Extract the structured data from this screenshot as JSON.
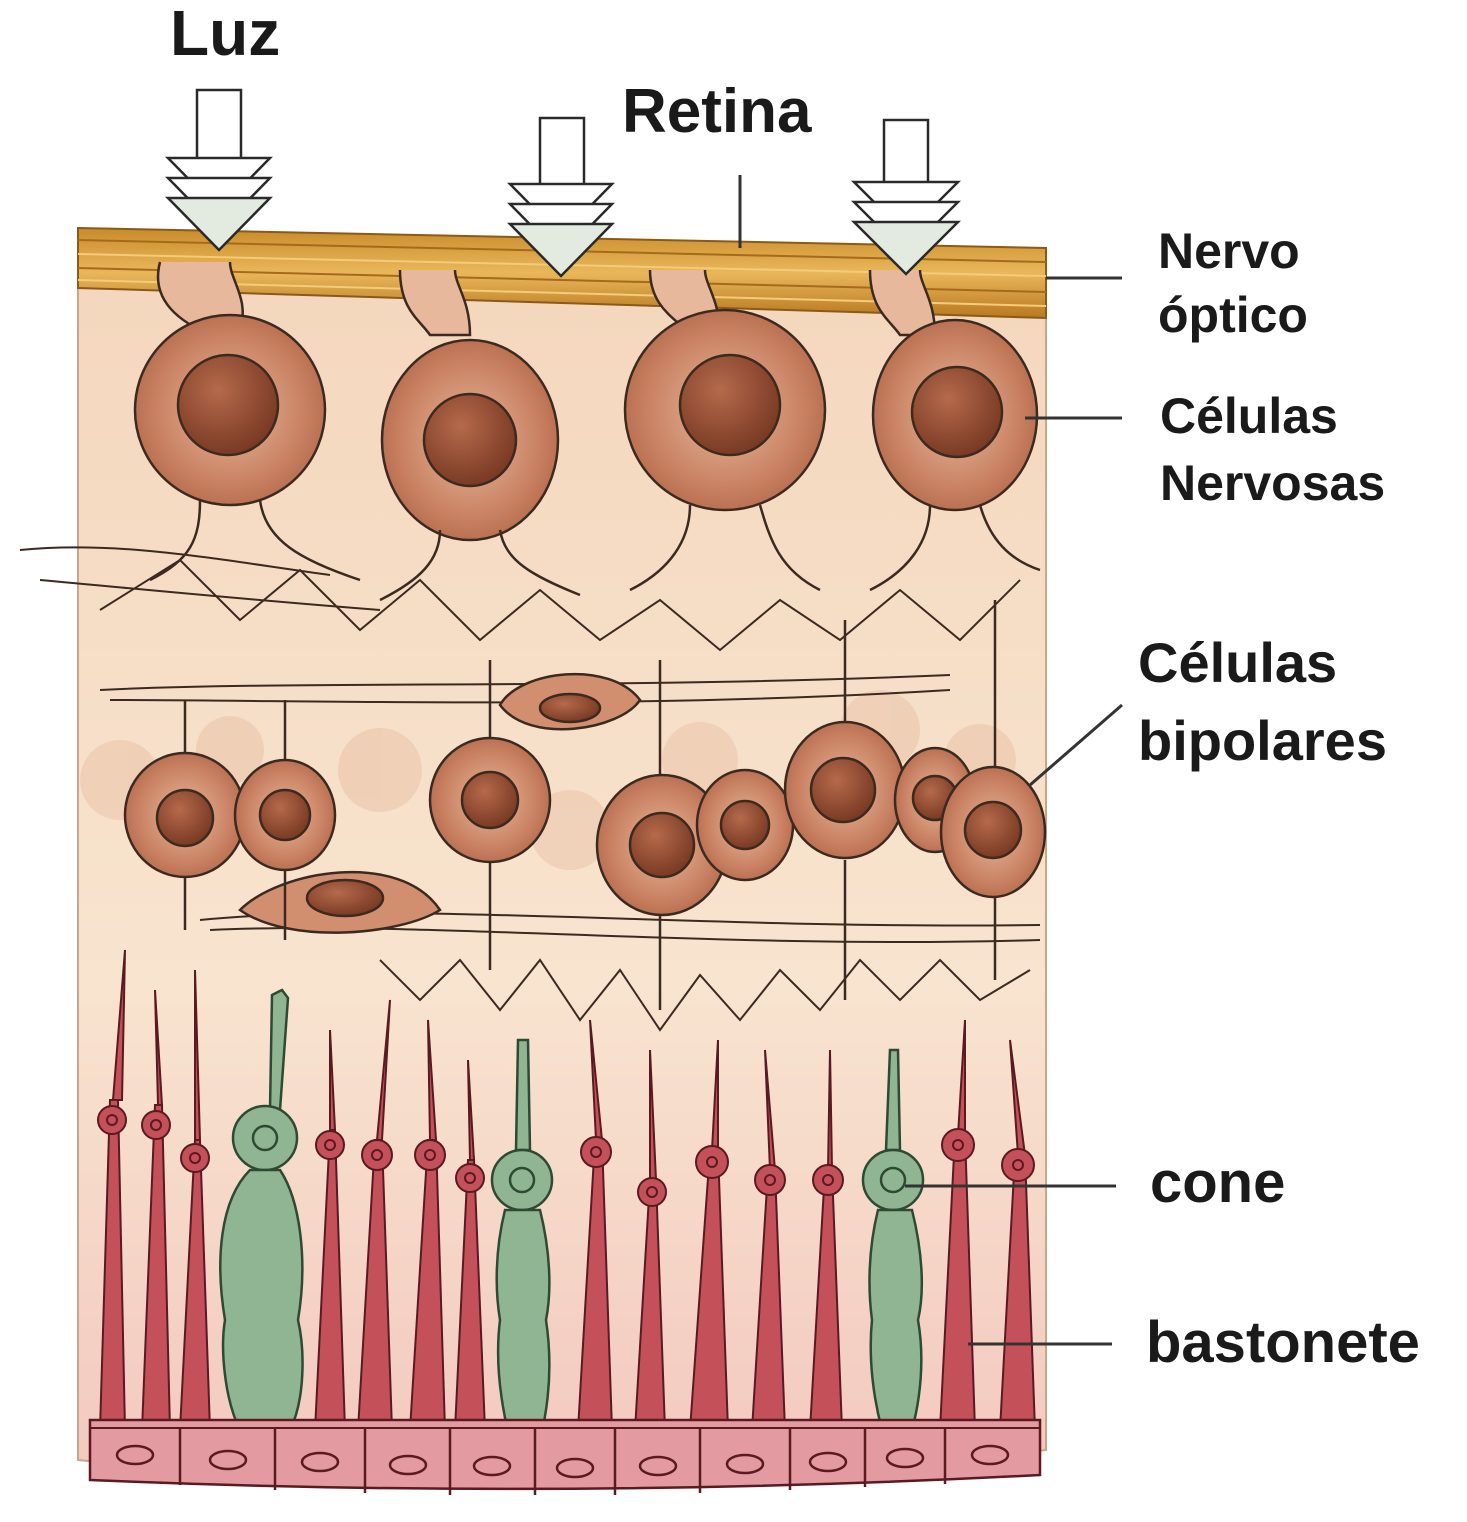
{
  "diagram": {
    "title_light": "Luz",
    "title_retina": "Retina",
    "labels": {
      "nervo_line1": "Nervo",
      "nervo_line2": "óptico",
      "nervosas_line1": "Células",
      "nervosas_line2": "Nervosas",
      "bipolares_line1": "Células",
      "bipolares_line2": "bipolares",
      "cone": "cone",
      "bastonete": "bastonete"
    },
    "colors": {
      "optic_nerve": "#d9a64a",
      "tissue": "#f6dcc3",
      "nerve_cell": "#b46a4c",
      "nucleus": "#8e4a32",
      "rod": "#c4505a",
      "cone": "#8fb592",
      "base_cells": "#e39aa0",
      "outline": "#3b2a20"
    }
  }
}
